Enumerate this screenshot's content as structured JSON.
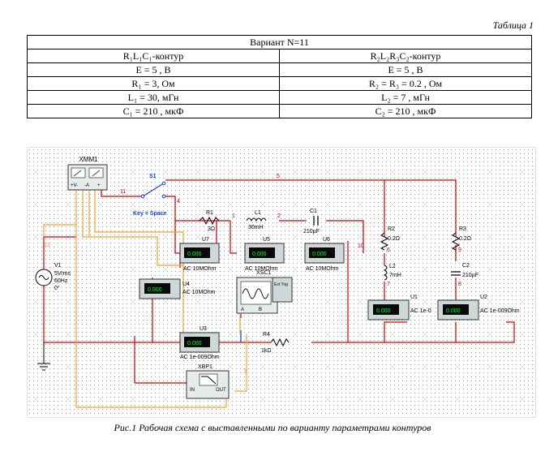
{
  "table_caption": "Таблица 1",
  "table": {
    "title": "Вариант N=11",
    "rows": [
      [
        "R₁L₁C₁-контур",
        "R₂L₂R₃C₂-контур"
      ],
      [
        "E = 5 , В",
        "E = 5 , В"
      ],
      [
        "R₁ = 3, Ом",
        "R₂ = R₃ = 0.2 , Ом"
      ],
      [
        "L₁ = 30, мГн",
        "L₂ = 7 , мГн"
      ],
      [
        "C₁ = 210 , мкФ",
        "C₂ = 210 , мкФ"
      ]
    ]
  },
  "schematic": {
    "xmm1_label": "XMM1",
    "xmm1_button_labels": [
      "+V-",
      "-A",
      "+"
    ],
    "s1_label": "S1",
    "key_label": "Key = Space",
    "net_labels": [
      "11",
      "5",
      "4",
      "1",
      "2",
      "10",
      "12",
      "6",
      "9",
      "7",
      "8",
      "3"
    ],
    "r1": {
      "name": "R1",
      "value": "3Ω"
    },
    "l1": {
      "name": "L1",
      "value": "30mH"
    },
    "c1": {
      "name": "C1",
      "value": "210µF"
    },
    "r2": {
      "name": "R2",
      "value": "0.2Ω"
    },
    "r3": {
      "name": "R3",
      "value": "0.2Ω"
    },
    "l2": {
      "name": "L2",
      "value": "7mH"
    },
    "c2": {
      "name": "C2",
      "value": "210µF"
    },
    "r4": {
      "name": "R4",
      "value": "1kΩ"
    },
    "v1": {
      "name": "V1",
      "lines": [
        "5Vrms",
        "60Hz",
        "0°"
      ]
    },
    "meter_display": "0.000",
    "meters": [
      {
        "name": "U7",
        "label": "AC  10MOhm"
      },
      {
        "name": "U5",
        "label": "AC  10MOhm"
      },
      {
        "name": "U6",
        "label": "AC  10MOhm"
      },
      {
        "name": "U4",
        "label": "AC  10MOhm"
      },
      {
        "name": "U3",
        "label": "AC  1e-009Ohm"
      },
      {
        "name": "U1",
        "label": "AC  1e-0"
      },
      {
        "name": "U2",
        "label": "AC  1e-009Ohm"
      }
    ],
    "xsc1_label": "XSC1",
    "ext_trig_label": "Ext Trig",
    "scope_port_labels": [
      "A",
      "B"
    ],
    "xbp1_label": "XBP1",
    "xbp1_in": "IN",
    "xbp1_out": "OUT"
  },
  "figure_caption": "Рис.1 Рабочая схема с выставленными по варианту параметрами контуров",
  "colors": {
    "wire_red": "#cc0000",
    "wire_blue": "#1a3fd0",
    "wire_orange": "#f0a030",
    "meter_bg": "#cfd8d8",
    "display_bg": "#0a0a0a",
    "display_text": "#00ff30"
  }
}
